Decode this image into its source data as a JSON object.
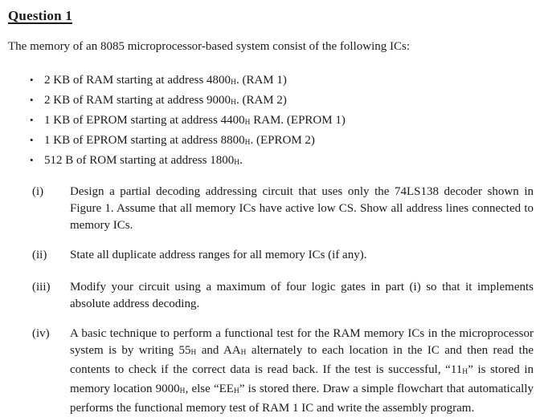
{
  "colors": {
    "background": "#ffffff",
    "text": "#1b1b1b"
  },
  "document": {
    "title": "Question 1",
    "intro": "The memory of an 8085 microprocessor-based system consist of the following ICs:",
    "bullet_char": "•",
    "bullets": [
      {
        "segments": [
          {
            "text": "2 KB of RAM starting at address 4800"
          },
          {
            "text": "H",
            "sub": true
          },
          {
            "text": ". (RAM 1)"
          }
        ]
      },
      {
        "segments": [
          {
            "text": "2 KB of RAM starting at address 9000"
          },
          {
            "text": "H",
            "sub": true
          },
          {
            "text": ". (RAM 2)"
          }
        ]
      },
      {
        "segments": [
          {
            "text": "1 KB of EPROM starting at address 4400"
          },
          {
            "text": "H",
            "sub": true
          },
          {
            "text": " RAM. (EPROM 1)"
          }
        ]
      },
      {
        "segments": [
          {
            "text": "1 KB of EPROM starting at address 8800"
          },
          {
            "text": "H",
            "sub": true
          },
          {
            "text": ". (EPROM 2)"
          }
        ]
      },
      {
        "segments": [
          {
            "text": "512 B of ROM starting at address 1800"
          },
          {
            "text": "H",
            "sub": true
          },
          {
            "text": "."
          }
        ]
      }
    ],
    "items": [
      {
        "label": "(i)",
        "segments": [
          {
            "text": "Design a partial decoding addressing circuit that uses only the 74LS138 decoder shown in Figure 1. Assume that all memory ICs have active low CS. Show all address lines connected to memory ICs."
          }
        ]
      },
      {
        "label": "(ii)",
        "segments": [
          {
            "text": "State all duplicate address ranges for all memory ICs (if any)."
          }
        ]
      },
      {
        "label": "(iii)",
        "segments": [
          {
            "text": "Modify your circuit using a maximum of four logic gates in part (i) so that it implements absolute address decoding."
          }
        ]
      },
      {
        "label": "(iv)",
        "segments": [
          {
            "text": "A basic technique to perform a functional test for the RAM memory ICs in the microprocessor system is by writing 55"
          },
          {
            "text": "H",
            "sub": true
          },
          {
            "text": " and AA"
          },
          {
            "text": "H",
            "sub": true
          },
          {
            "text": " alternately to each location in the IC and then read the contents to check if the correct data is read back. If the test is successful, “11"
          },
          {
            "text": "H",
            "sub": true
          },
          {
            "text": "” is stored in memory location 9000"
          },
          {
            "text": "H",
            "sub": true
          },
          {
            "text": ", else “EE"
          },
          {
            "text": "H",
            "sub": true
          },
          {
            "text": "” is stored there. Draw a simple flowchart that automatically performs the functional memory test of RAM 1 IC and write the assembly program."
          }
        ]
      }
    ]
  }
}
